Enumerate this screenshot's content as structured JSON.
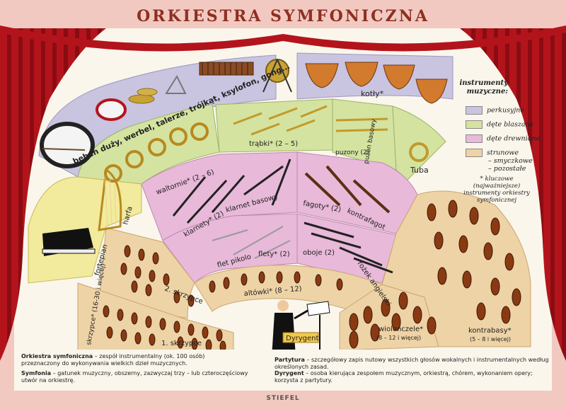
{
  "title": "ORKIESTRA SYMFONICZNA",
  "sections": {
    "beben": "bęben duży, werbel, talerze, trójkąt, ksylofon, gong...",
    "kotly": "kotły*",
    "waltornie": "waltornie* (2 – 6)",
    "trabki": "trąbki* (2 – 5)",
    "puzony": "puzony (2)",
    "puzon_basowy": "puzon basowy",
    "tuba": "Tuba",
    "harfa": "harfa",
    "fortepian": "fortepian",
    "klarnety": "klarnety* (2)",
    "klarnet_basowy": "klarnet basowy",
    "fagoty": "fagoty* (2)",
    "kontrafagot": "kontrafagot",
    "flet_pikolo": "flet pikolo",
    "flety": "flety* (2)",
    "oboje": "oboje (2)",
    "rozek": "rożek angielski",
    "skrzypce_label": "skrzypce* (16-30 i więcej)",
    "skrzypce1": "1. skrzypce",
    "skrzypce2": "2. skrzypce",
    "altowki": "altówki* (8 – 12)",
    "wiolonczele": "wiolonczele*",
    "wiolonczele_count": "(8 – 12 i więcej)",
    "kontrabasy": "kontrabasy*",
    "kontrabasy_count": "(5 – 8 i więcej)",
    "dyrygent": "Dyrygent"
  },
  "legend": {
    "title": "instrumenty muzyczne:",
    "items": [
      {
        "label": "perkusyjne",
        "color": "#c9c4e0"
      },
      {
        "label": "dęte blaszane",
        "color": "#d4e3a0"
      },
      {
        "label": "dęte drewniane",
        "color": "#e8b9d9"
      },
      {
        "label": "strunowe",
        "color": "#eed3a6"
      }
    ],
    "sub": [
      "– smyczkowe",
      "– pozostałe"
    ],
    "note": "* kluczowe (najważniejsze) instrumenty orkiestry symfonicznej"
  },
  "definitions": {
    "orkiestra_term": "Orkiestra symfoniczna",
    "orkiestra_def": " – zespół instrumentalny (ok. 100 osób) przeznaczony do wykonywania wielkich dzieł muzycznych.",
    "symfonia_term": "Symfonia",
    "symfonia_def": " – gatunek muzyczny, obszerny, zazwyczaj trzy – lub czteroczęściowy utwór na orkiestrę.",
    "partytura_term": "Partytura",
    "partytura_def": " – szczegółowy zapis nutowy wszystkich głosów wokalnych i instrumentalnych według określonych zasad.",
    "dyrygent_term": "Dyrygent",
    "dyrygent_def": " – osoba kierująca zespołem muzycznym, orkiestrą, chórem, wykonaniem opery; korzysta z partytury."
  },
  "footer": {
    "brand": "STIEFEL"
  },
  "colors": {
    "perkusyjne": "#c9c4e0",
    "blaszane": "#d4e3a0",
    "drewniane": "#e8b9d9",
    "smyczkowe": "#eed3a6",
    "pozostale": "#f2ea9c",
    "curtain": "#b3121a",
    "title": "#8e2f22"
  }
}
